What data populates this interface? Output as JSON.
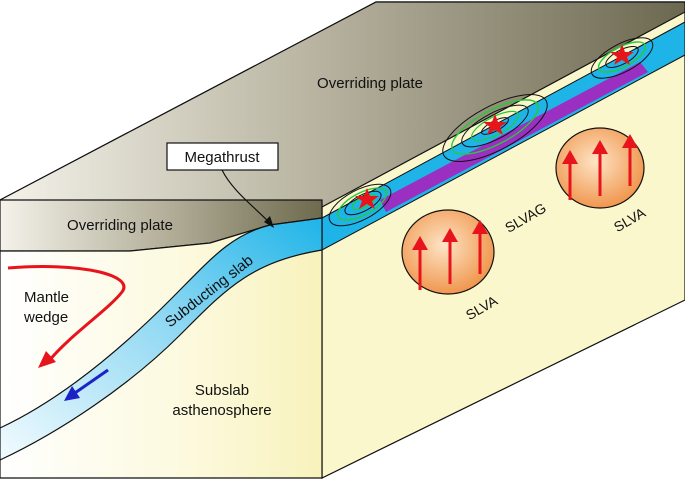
{
  "labels": {
    "overriding_plate_top": "Overriding plate",
    "overriding_plate_front": "Overriding plate",
    "megathrust": "Megathrust",
    "mantle_wedge_line1": "Mantle",
    "mantle_wedge_line2": "wedge",
    "subducting_slab": "Subducting slab",
    "subslab_line1": "Subslab",
    "subslab_line2": "asthenosphere",
    "slvag": "SLVAG",
    "slva_left": "SLVA",
    "slva_right": "SLVA"
  },
  "colors": {
    "plate_dark": "#6e6a4e",
    "plate_light": "#f2f0e6",
    "mantle": "#fbf6c8",
    "slab": "#1fb4e8",
    "slab_light": "#eaf8fd",
    "megathrust_band": "#9a2fc1",
    "rupture_ring": "#27c93a",
    "slva_fill": "#f2a258",
    "arrow_red": "#e8141c",
    "arrow_blue": "#1a22c8",
    "star": "#e8141c"
  },
  "icons": {
    "slip_arrow": "up-arrow",
    "epicenter": "star",
    "flow_arrow": "curved-arrow"
  }
}
